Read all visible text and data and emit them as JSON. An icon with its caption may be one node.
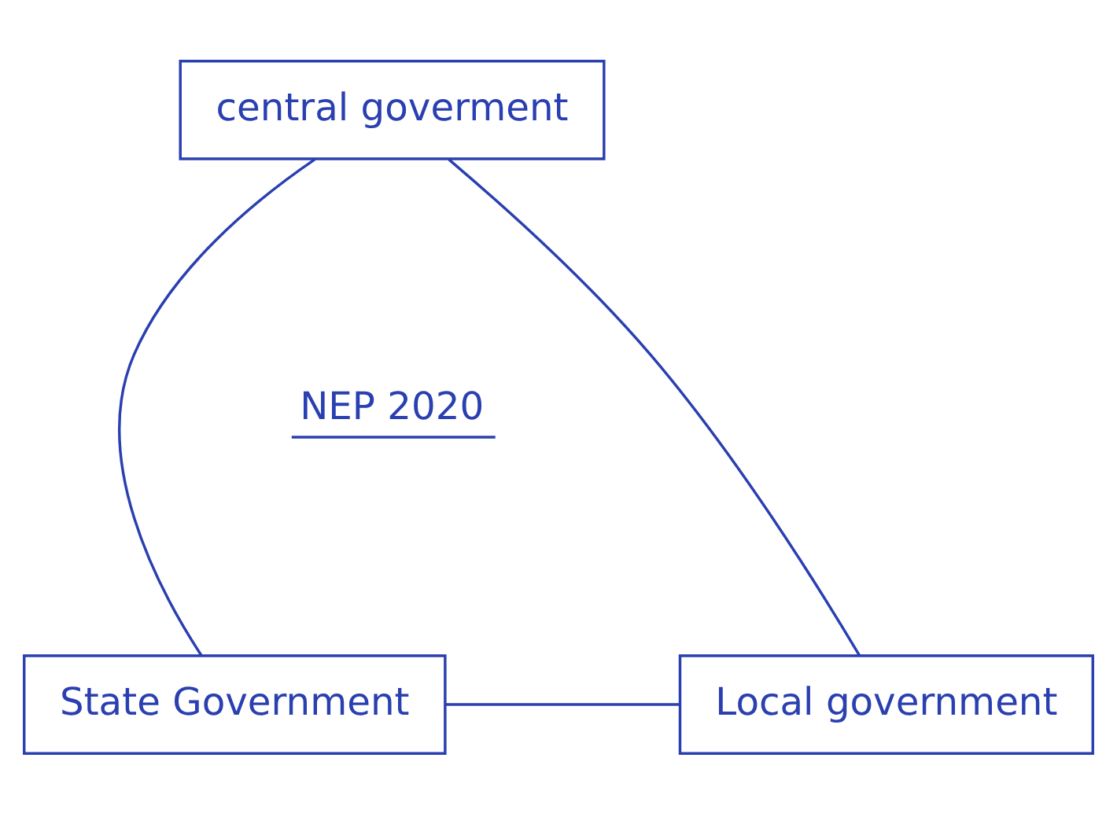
{
  "diagram": {
    "nodes": [
      {
        "text": [
          "central goverment"
        ]
      },
      {
        "text": [
          "State Government"
        ]
      },
      {
        "text": [
          "Local government"
        ]
      }
    ],
    "edges": [
      {
        "from": 0,
        "to": 1,
        "arrow": "none"
      },
      {
        "from": 0,
        "to": 2,
        "arrow": "none"
      },
      {
        "from": 1,
        "to": 2,
        "arrow": "none"
      }
    ],
    "labels": [
      "NEP 2020"
    ]
  }
}
